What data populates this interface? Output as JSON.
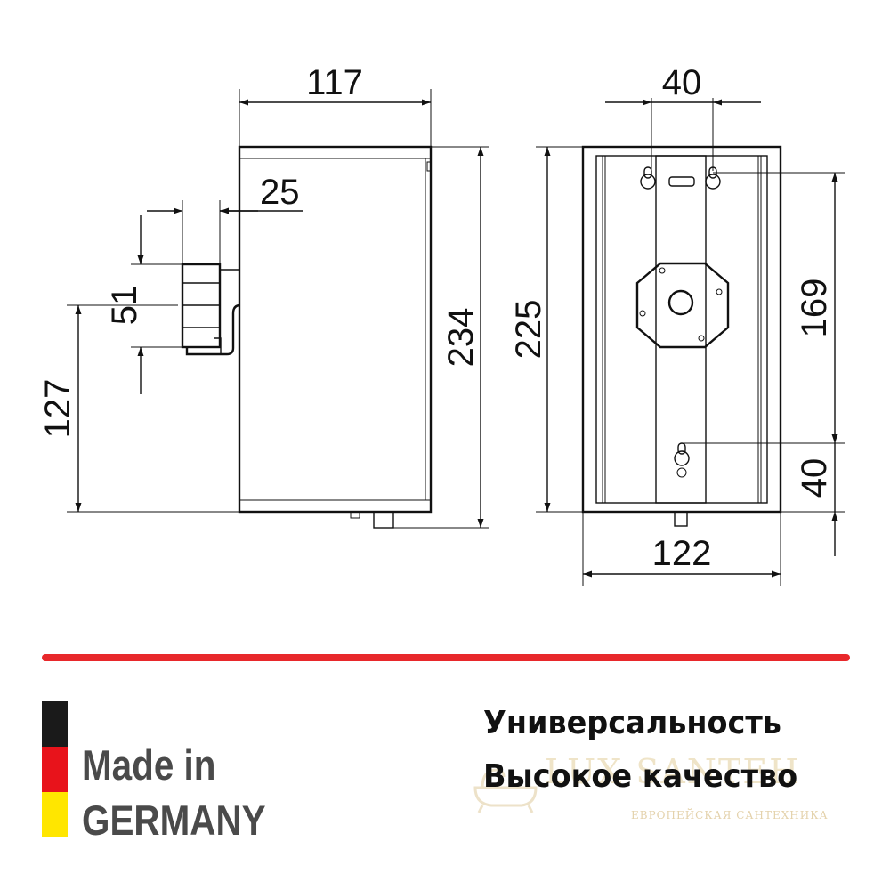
{
  "dimensions": {
    "side_width": "117",
    "mount_depth": "25",
    "box_height": "51",
    "pipe_height": "127",
    "side_height": "234",
    "hole_spacing": "40",
    "front_height": "225",
    "hole_vertical": "169",
    "bottom_hole": "40",
    "front_width": "122"
  },
  "badge": {
    "line1": "Made in",
    "line2": "GERMANY",
    "flag_colors": [
      "#1a1a1a",
      "#e8131b",
      "#ffe600"
    ]
  },
  "features": [
    "Универсальность",
    "Высокое качество"
  ],
  "watermark": {
    "brand": "LUX SANTEH",
    "tagline": "ЕВРОПЕЙСКАЯ САНТЕХНИКА",
    "icon": "bathtub-icon"
  },
  "colors": {
    "divider": "#e8282b",
    "watermark": "#e3cf9c"
  }
}
